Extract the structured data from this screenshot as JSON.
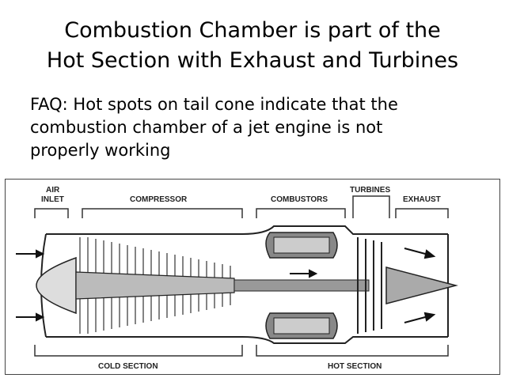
{
  "slide": {
    "title_line1": "Combustion Chamber is part of the",
    "title_line2": "Hot Section with Exhaust and Turbines",
    "faq_line1": "FAQ: Hot spots on tail cone indicate that the",
    "faq_line2": "combustion chamber of a jet engine is not",
    "faq_line3": "properly working"
  },
  "diagram": {
    "labels": {
      "air_inlet_1": "AIR",
      "air_inlet_2": "INLET",
      "compressor": "COMPRESSOR",
      "combustors": "COMBUSTORS",
      "turbines": "TURBINES",
      "exhaust": "EXHAUST",
      "cold_section": "COLD SECTION",
      "hot_section": "HOT SECTION"
    }
  }
}
